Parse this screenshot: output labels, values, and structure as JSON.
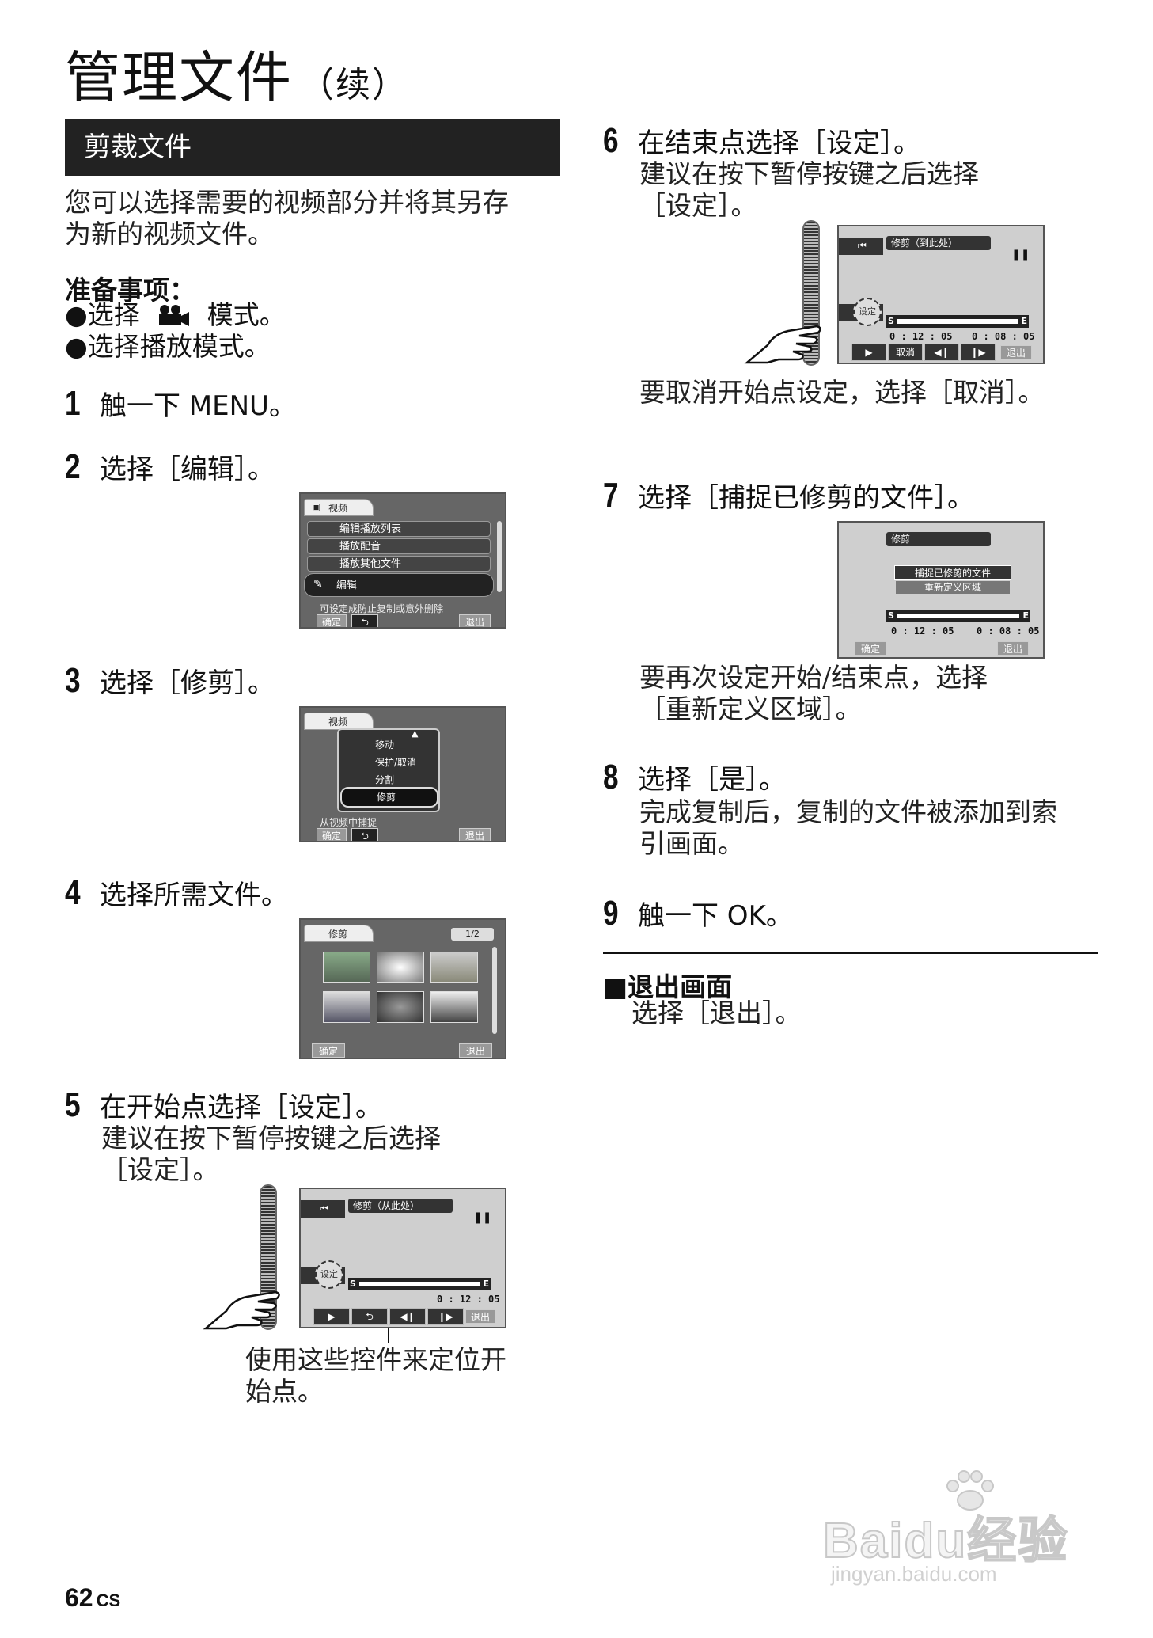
{
  "title": {
    "main": "管理文件",
    "suffix": "（续）"
  },
  "section": {
    "header": "剪裁文件"
  },
  "intro": {
    "line1": "您可以选择需要的视频部分并将其另存",
    "line2": "为新的视频文件。"
  },
  "prep": {
    "title": "准备事项：",
    "bullet1_a": "●选择",
    "bullet1_icon": "movie-camera-icon",
    "bullet1_b": "模式。",
    "bullet2": "●选择播放模式。"
  },
  "steps": {
    "s1": {
      "num": "1",
      "text": "触一下 MENU。"
    },
    "s2": {
      "num": "2",
      "text": "选择［编辑］。"
    },
    "s3": {
      "num": "3",
      "text": "选择［修剪］。"
    },
    "s4": {
      "num": "4",
      "text": "选择所需文件。"
    },
    "s5": {
      "num": "5",
      "text": "在开始点选择［设定］。",
      "desc1": "建议在按下暂停按键之后选择",
      "desc2": "［设定］。",
      "caption1": "使用这些控件来定位开",
      "caption2": "始点。"
    },
    "s6": {
      "num": "6",
      "text": "在结束点选择［设定］。",
      "desc1": "建议在按下暂停按键之后选择",
      "desc2": "［设定］。",
      "note": "要取消开始点设定，选择［取消］。"
    },
    "s7": {
      "num": "7",
      "text": "选择［捕捉已修剪的文件］。",
      "note1": "要再次设定开始/结束点，选择",
      "note2": "［重新定义区域］。"
    },
    "s8": {
      "num": "8",
      "text": "选择［是］。",
      "desc1": "完成复制后，复制的文件被添加到索",
      "desc2": "引画面。"
    },
    "s9": {
      "num": "9",
      "text": "触一下 OK。"
    }
  },
  "exit": {
    "title": "■退出画面",
    "desc": "选择［退出］。"
  },
  "screen2": {
    "tab": "视频",
    "items": [
      "编辑播放列表",
      "播放配音",
      "播放其他文件",
      "编辑"
    ],
    "note": "可设定成防止复制或意外删除",
    "ok": "确定",
    "back": "⮌",
    "exit": "退出"
  },
  "screen3": {
    "tab": "视频",
    "items": [
      "移动",
      "保护/取消",
      "分割",
      "修剪"
    ],
    "note": "从视频中捕捉",
    "ok": "确定",
    "back": "⮌",
    "exit": "退出"
  },
  "screen4": {
    "tab": "修剪",
    "page": "1/2",
    "ok": "确定",
    "exit": "退出"
  },
  "screen5": {
    "label": "修剪（从此处）",
    "set": "设定",
    "s": "S",
    "e": "E",
    "time": "0 : 12 : 05",
    "exit": "退出"
  },
  "screen6": {
    "label": "修剪（到此处）",
    "set": "设定",
    "s": "S",
    "e": "E",
    "time1": "0 : 12 : 05",
    "time2": "0 : 08 : 05",
    "cancel": "取消",
    "exit": "退出"
  },
  "screen7": {
    "label": "修剪",
    "opt1": "捕捉已修剪的文件",
    "opt2": "重新定义区域",
    "s": "S",
    "e": "E",
    "time1": "0 : 12 : 05",
    "time2": "0 : 08 : 05",
    "ok": "确定",
    "exit": "退出"
  },
  "page_number": {
    "num": "62",
    "lang": "CS"
  },
  "watermark": {
    "main": "Baidu经验",
    "sub": "jingyan.baidu.com"
  }
}
